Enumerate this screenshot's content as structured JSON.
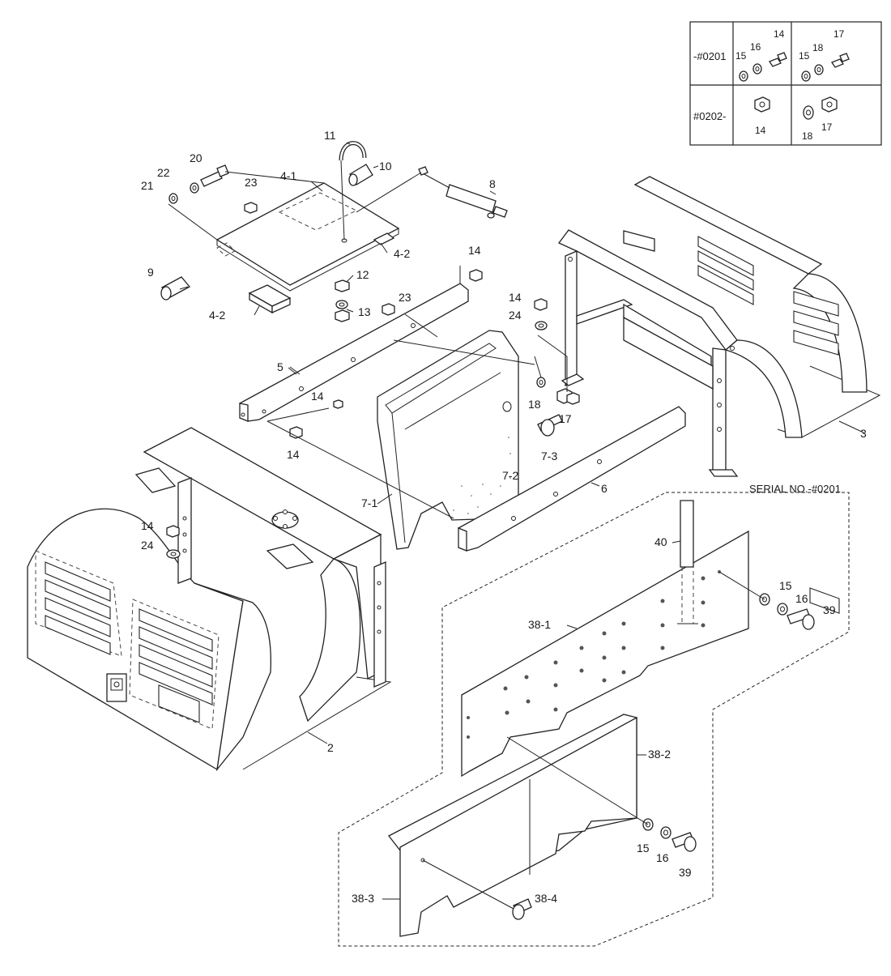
{
  "serial_note": "SERIAL NO.-#0201",
  "serial_table": {
    "rows": [
      {
        "serial": "-#0201",
        "cell_a": [
          "15",
          "16",
          "14"
        ],
        "cell_b": [
          "15",
          "18",
          "17"
        ]
      },
      {
        "serial": "#0202-",
        "cell_a": [
          "14"
        ],
        "cell_b": [
          "18",
          "17"
        ]
      }
    ]
  },
  "callouts": [
    "11",
    "20",
    "10",
    "22",
    "21",
    "23",
    "4-1",
    "8",
    "4-2",
    "9",
    "12",
    "4-2",
    "13",
    "23",
    "14",
    "14",
    "24",
    "5",
    "14",
    "18",
    "17",
    "14",
    "7-3",
    "3",
    "7-2",
    "6",
    "7-1",
    "14",
    "24",
    "40",
    "15",
    "16",
    "39",
    "38-1",
    "2",
    "38-2",
    "15",
    "16",
    "39",
    "38-3",
    "38-4"
  ]
}
